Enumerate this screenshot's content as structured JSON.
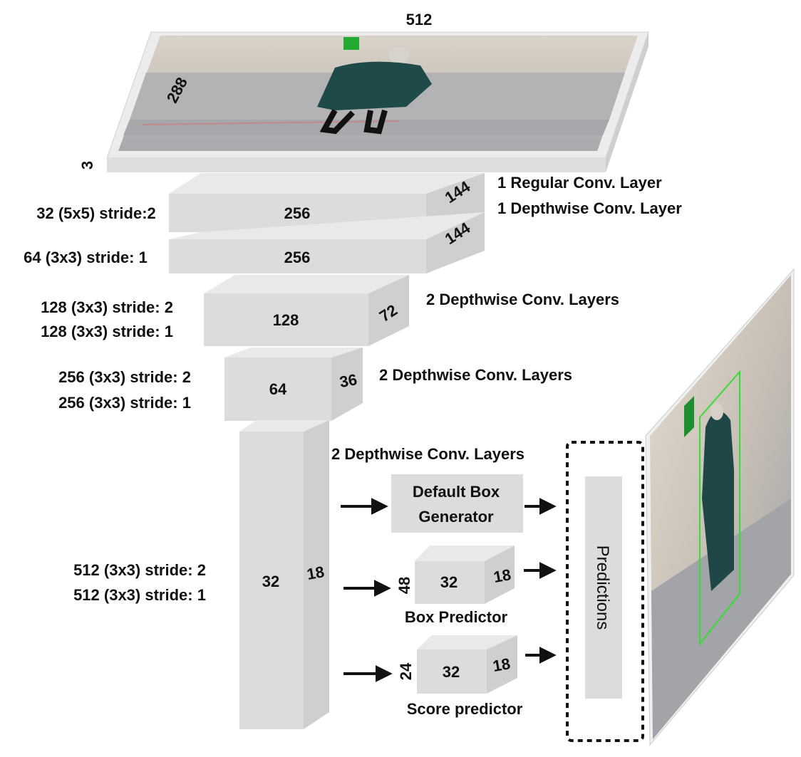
{
  "input": {
    "width": "512",
    "height": "288",
    "channels": "3"
  },
  "layers": [
    {
      "label": "32 (5x5) stride:2",
      "front": "256",
      "side": "144"
    },
    {
      "label": "64 (3x3) stride: 1",
      "front": "256",
      "side": "144"
    },
    {
      "label1": "128 (3x3) stride: 2",
      "label2": "128 (3x3) stride: 1",
      "front": "128",
      "side": "72"
    },
    {
      "label1": "256 (3x3) stride: 2",
      "label2": "256 (3x3) stride: 1",
      "front": "64",
      "side": "36"
    },
    {
      "label1": "512 (3x3) stride: 2",
      "label2": "512 (3x3) stride: 1",
      "front": "32",
      "side": "18"
    }
  ],
  "notes": {
    "regular": "1 Regular Conv. Layer",
    "depthwise1": "1 Depthwise Conv. Layer",
    "depthwise2a": "2  Depthwise Conv. Layers",
    "depthwise2b": "2 Depthwise Conv. Layers",
    "depthwise2c": "2 Depthwise Conv. Layers"
  },
  "heads": {
    "default_box_line1": "Default Box",
    "default_box_line2": "Generator",
    "box_predictor": {
      "label": "Box Predictor",
      "depth": "48",
      "front": "32",
      "side": "18"
    },
    "score_predictor": {
      "label": "Score predictor",
      "depth": "24",
      "front": "32",
      "side": "18"
    }
  },
  "predictions": "Predictions",
  "colors": {
    "block": "#dcdcdc",
    "arrow": "#111111",
    "bbox": "#33dd33"
  }
}
